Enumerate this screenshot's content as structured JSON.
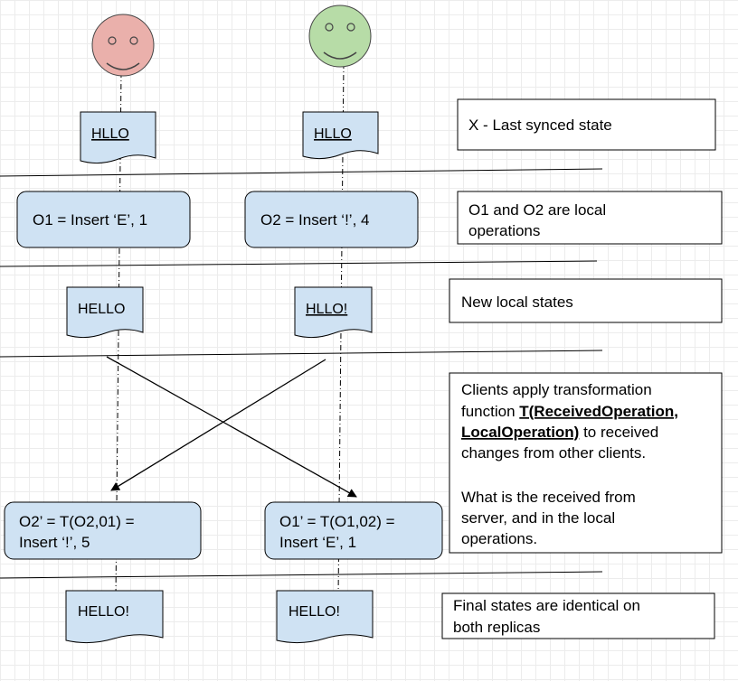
{
  "actors": [
    {
      "name": "client-1-face",
      "color": "#eab0ab"
    },
    {
      "name": "client-2-face",
      "color": "#b7dca7"
    }
  ],
  "docs": {
    "left_initial": "HLLO",
    "right_initial": "HLLO",
    "left_local": "HELLO",
    "right_local": "HLLO!",
    "left_final": "HELLO!",
    "right_final": "HELLO!"
  },
  "ops": {
    "o1": "O1 = Insert ‘E’, 1",
    "o2": "O2 = Insert ‘!’, 4",
    "o2t_line1": "O2’ = T(O2,01) =",
    "o2t_line2": "Insert ‘!’, 5",
    "o1t_line1": "O1’ = T(O1,02) =",
    "o1t_line2": "Insert ‘E’, 1"
  },
  "notes": {
    "last_synced": "X - Last synced state",
    "local_ops_line1": "O1 and O2 are local",
    "local_ops_line2": "operations",
    "new_states": "New local states",
    "transform_line1": "Clients apply transformation",
    "transform_line2a": "function ",
    "transform_line2b": "T(ReceivedOperation,",
    "transform_line3a": "LocalOperation)",
    "transform_line3b": " to received",
    "transform_line4": "changes from other clients.",
    "transform_line5": "What is the received from",
    "transform_line6": "server, and in the local",
    "transform_line7": "operations.",
    "final_line1": "Final states are identical on",
    "final_line2": "both replicas"
  },
  "colors": {
    "op_fill": "#cfe2f3",
    "line": "#000000",
    "spellcheck": "#d32f2f"
  }
}
